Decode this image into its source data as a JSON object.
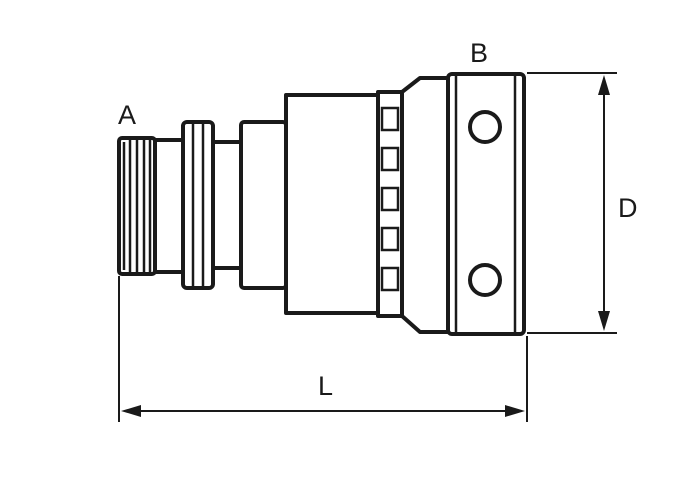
{
  "labels": {
    "a": "A",
    "b": "B",
    "d": "D",
    "l": "L"
  },
  "colors": {
    "ink": "#1a1a1a",
    "background": "#ffffff"
  }
}
